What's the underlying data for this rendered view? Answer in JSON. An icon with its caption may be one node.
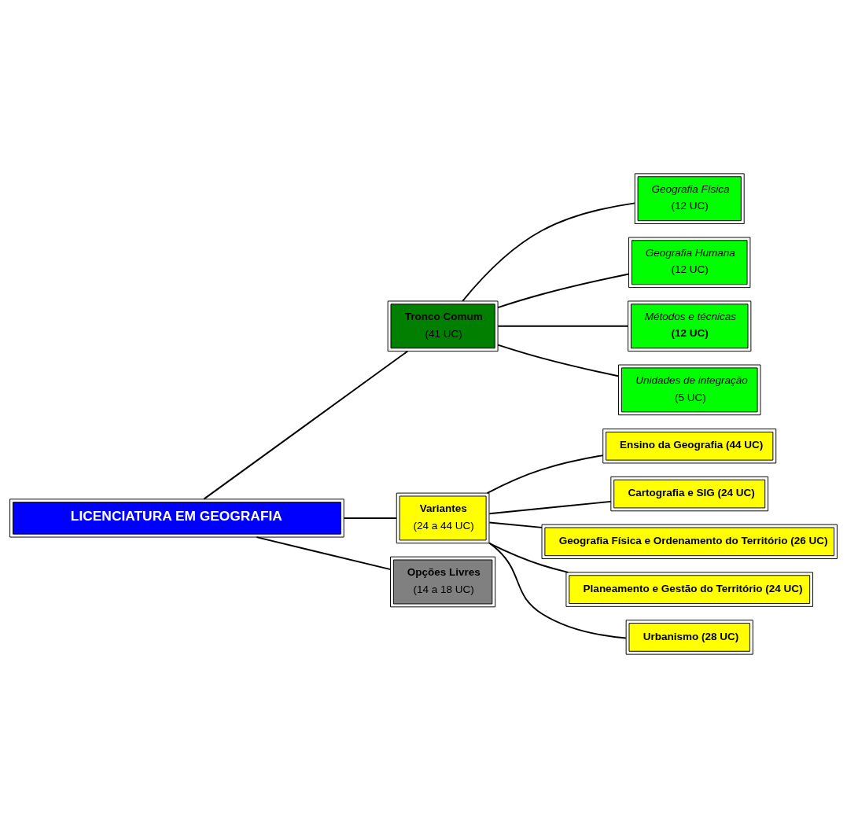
{
  "diagram": {
    "nodes": [
      {
        "text": [
          "LICENCIATURA EM GEOGRAFIA"
        ]
      },
      {
        "text": [
          "Tronco Comum",
          "(41 UC)"
        ]
      },
      {
        "text": [
          "Variantes",
          "(24 a 44 UC)"
        ]
      },
      {
        "text": [
          "Opções Livres",
          "(14 a 18 UC)"
        ]
      },
      {
        "text": [
          "Geografia Física",
          "(12 UC)"
        ]
      },
      {
        "text": [
          "Geografia Humana",
          "(12 UC)"
        ]
      },
      {
        "text": [
          "Métodos e técnicas",
          "(12 UC)"
        ]
      },
      {
        "text": [
          "Unidades de integração",
          "(5 UC)"
        ]
      },
      {
        "text": [
          "Ensino da Geografia (44 UC)"
        ]
      },
      {
        "text": [
          "Cartografia e SIG (24 UC)"
        ]
      },
      {
        "text": [
          "Geografia Física e Ordenamento do Território (26 UC)"
        ]
      },
      {
        "text": [
          "Planeamento e Gestão do Território (24 UC)"
        ]
      },
      {
        "text": [
          "Urbanismo (28 UC)"
        ]
      }
    ],
    "edges": [
      {
        "from": 0,
        "to": 1,
        "arrow": "none"
      },
      {
        "from": 0,
        "to": 2,
        "arrow": "none"
      },
      {
        "from": 0,
        "to": 3,
        "arrow": "none"
      },
      {
        "from": 1,
        "to": 4,
        "arrow": "none"
      },
      {
        "from": 1,
        "to": 5,
        "arrow": "none"
      },
      {
        "from": 1,
        "to": 6,
        "arrow": "none"
      },
      {
        "from": 1,
        "to": 7,
        "arrow": "none"
      },
      {
        "from": 2,
        "to": 8,
        "arrow": "none"
      },
      {
        "from": 2,
        "to": 9,
        "arrow": "none"
      },
      {
        "from": 2,
        "to": 10,
        "arrow": "none"
      },
      {
        "from": 2,
        "to": 11,
        "arrow": "none"
      },
      {
        "from": 2,
        "to": 12,
        "arrow": "none"
      }
    ]
  }
}
